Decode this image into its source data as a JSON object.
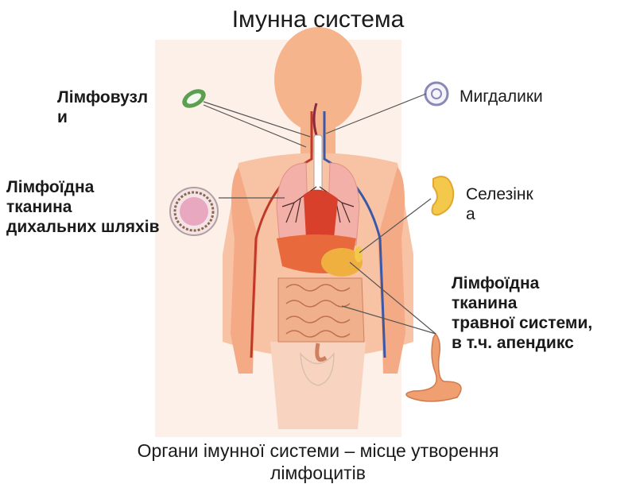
{
  "title": "Імунна система",
  "labels": {
    "lymph_nodes": [
      "Лімфовузл",
      "и"
    ],
    "tonsils": "Мигдалики",
    "respiratory": [
      "Лімфоїдна",
      "тканина",
      "дихальних шляхів"
    ],
    "spleen": [
      "Селезінк",
      "а"
    ],
    "digestive": [
      "Лімфоїдна",
      "тканина",
      "травної системи,",
      "в т.ч. апендикс"
    ]
  },
  "footer": [
    "Органи імунної системи – місце утворення",
    "лімфоцитів"
  ],
  "colors": {
    "body": "#f8c3a4",
    "body_dark": "#f0a27c",
    "lungs": "#f2b0a8",
    "heart": "#d8402c",
    "intestine": "#f0b08c",
    "spleen": "#f4c84a",
    "lymph_node": "#5aa050",
    "tonsil": "#8a88b8",
    "leader_line": "#555555"
  }
}
